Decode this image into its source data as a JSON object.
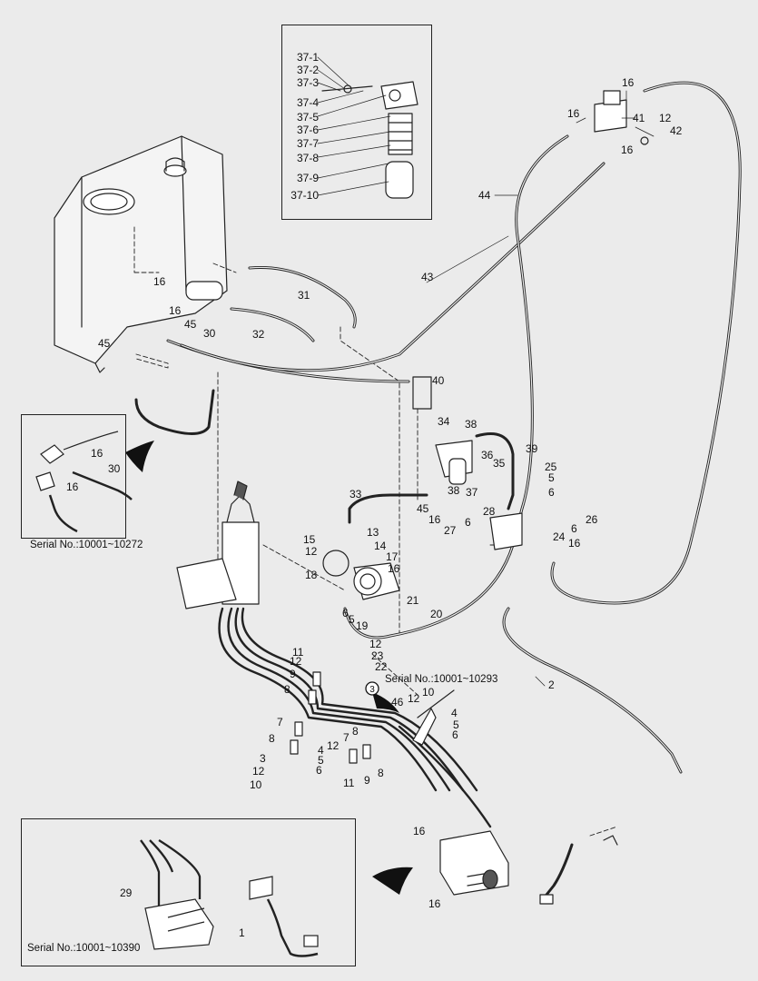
{
  "serials": {
    "inset_left": "Serial No.:10001~10272",
    "pump_area": "Serial No.:10001~10293",
    "inset_bottom": "Serial No.:10001~10390"
  },
  "callout_marker": "3",
  "filter_parts": [
    "37-1",
    "37-2",
    "37-3",
    "37-4",
    "37-5",
    "37-6",
    "37-7",
    "37-8",
    "37-9",
    "37-10"
  ],
  "labels": {
    "p1": "1",
    "p2": "2",
    "p3": "3",
    "p4": "4",
    "p5": "5",
    "p6": "6",
    "p7": "7",
    "p8": "8",
    "p9": "9",
    "p10": "10",
    "p11": "11",
    "p12": "12",
    "p13": "13",
    "p14": "14",
    "p15": "15",
    "p16": "16",
    "p17": "17",
    "p18": "18",
    "p19": "19",
    "p20": "20",
    "p21": "21",
    "p22": "22",
    "p23": "23",
    "p24": "24",
    "p25": "25",
    "p26": "26",
    "p27": "27",
    "p28": "28",
    "p29": "29",
    "p30": "30",
    "p31": "31",
    "p32": "32",
    "p33": "33",
    "p34": "34",
    "p35": "35",
    "p36": "36",
    "p37": "37",
    "p38": "38",
    "p39": "39",
    "p40": "40",
    "p41": "41",
    "p42": "42",
    "p43": "43",
    "p44": "44",
    "p45": "45",
    "p46": "46"
  }
}
